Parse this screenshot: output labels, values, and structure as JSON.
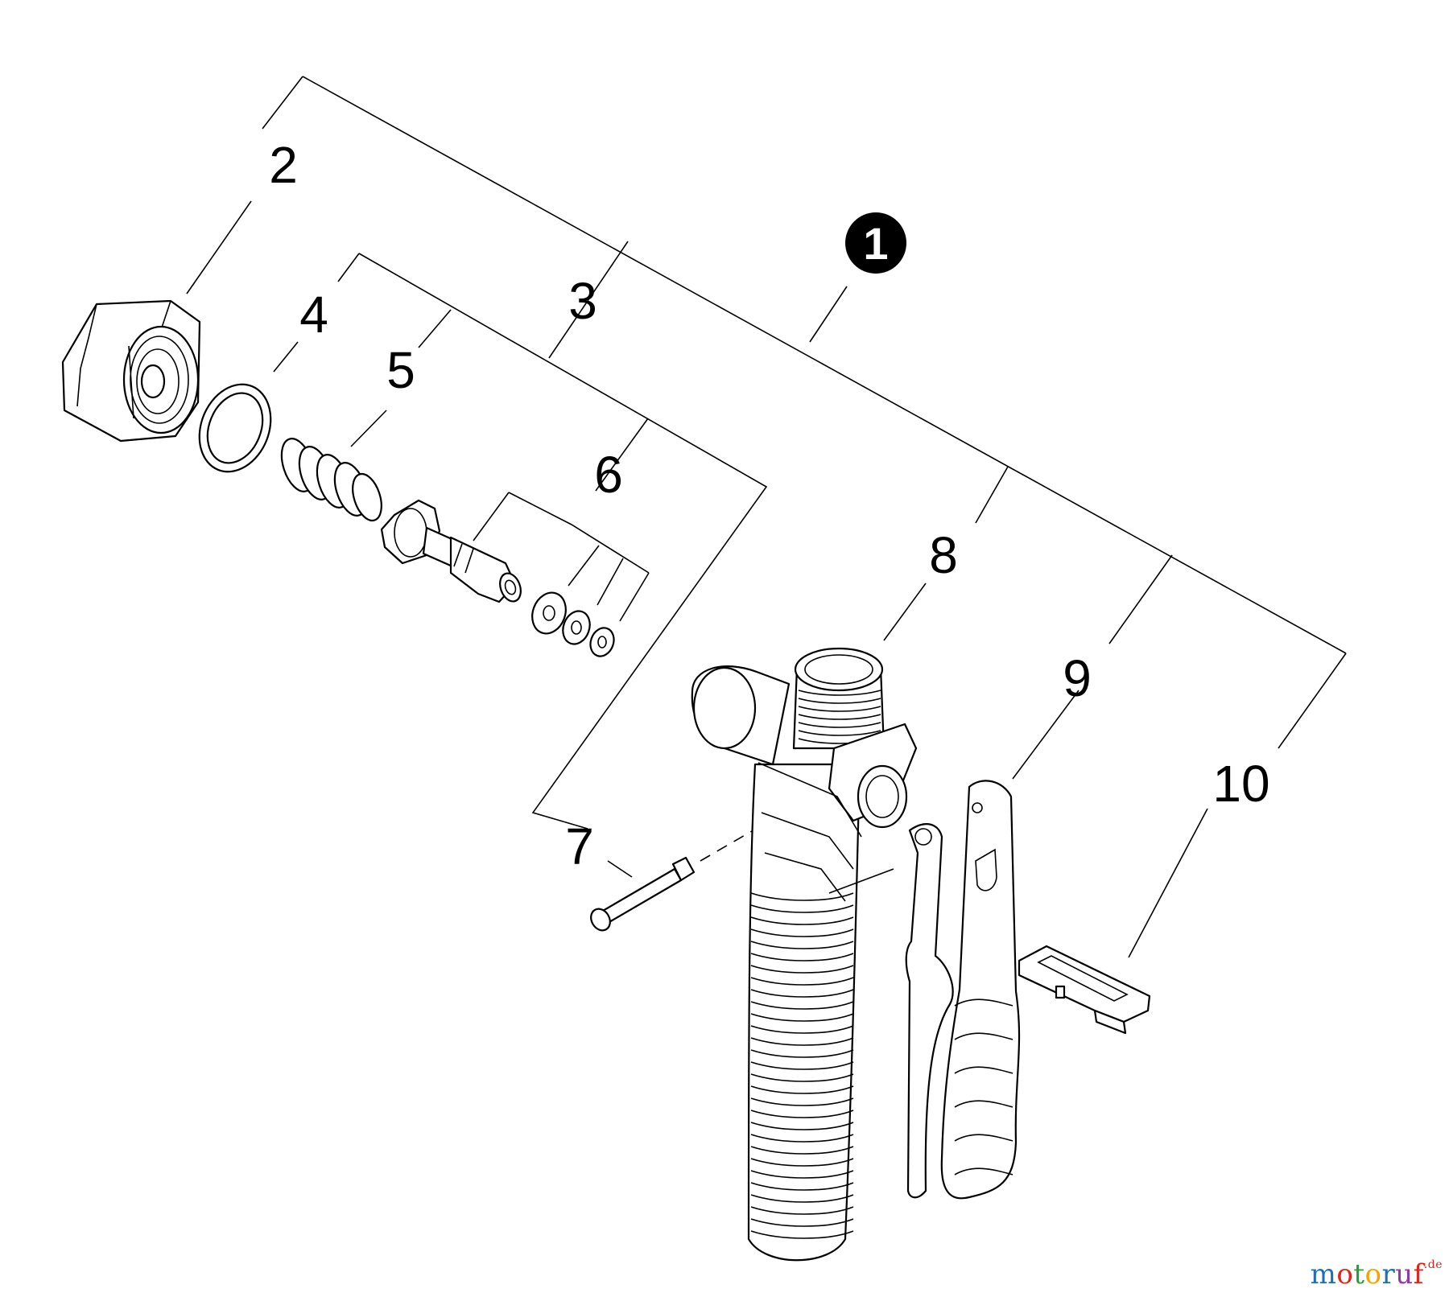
{
  "callouts": {
    "assembly": "1",
    "p2": "2",
    "p3": "3",
    "p4": "4",
    "p5": "5",
    "p6": "6",
    "p7": "7",
    "p8": "8",
    "p9": "9",
    "p10": "10"
  },
  "watermark": {
    "brand": "motoruf",
    "suffix": ".de",
    "letter_colors": [
      "#1f6fb5",
      "#e2231a",
      "#2a9d3a",
      "#f5a300",
      "#1f6fb5",
      "#8e3aa8",
      "#e2231a"
    ]
  }
}
